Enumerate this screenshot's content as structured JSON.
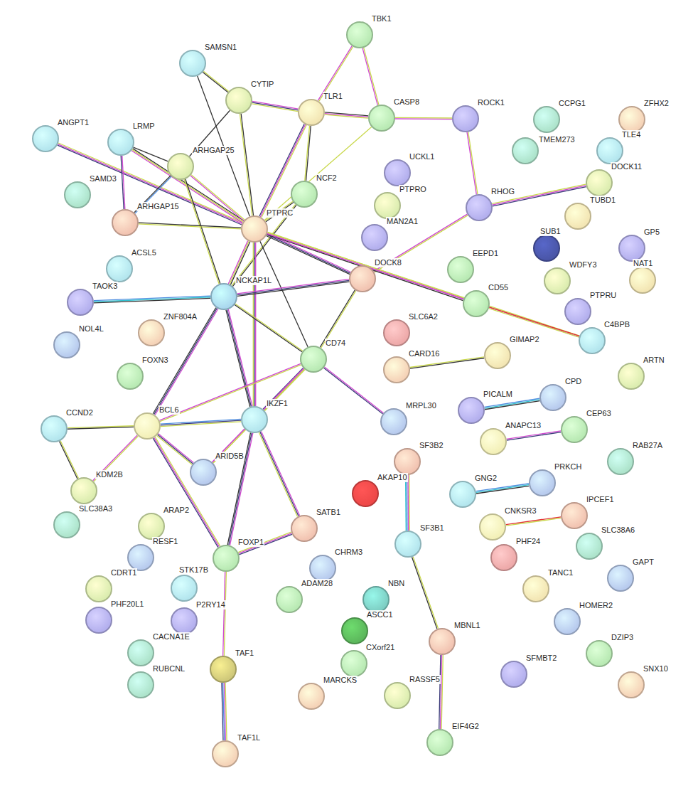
{
  "diagram": {
    "nodes": [
      {
        "text": [
          "TBK1"
        ]
      },
      {
        "text": [
          "SAMSN1"
        ]
      },
      {
        "text": [
          "CYTIP"
        ]
      },
      {
        "text": [
          "TLR1"
        ]
      },
      {
        "text": [
          "CASP8"
        ]
      },
      {
        "text": [
          "ROCK1"
        ]
      },
      {
        "text": [
          "CCPG1"
        ]
      },
      {
        "text": [
          "ZFHX2"
        ]
      },
      {
        "text": [
          "ANGPT1"
        ]
      },
      {
        "text": [
          "LRMP"
        ]
      },
      {
        "text": [
          "TMEM273"
        ]
      },
      {
        "text": [
          "TLE4"
        ]
      },
      {
        "text": [
          "ARHGAP25"
        ]
      },
      {
        "text": [
          "UCKL1"
        ]
      },
      {
        "text": [
          "DOCK11"
        ]
      },
      {
        "text": [
          "SAMD3"
        ]
      },
      {
        "text": [
          "NCF2"
        ]
      },
      {
        "text": [
          "PTPRO"
        ]
      },
      {
        "text": [
          "RHOG"
        ]
      },
      {
        "text": [
          "TUBD1"
        ]
      },
      {
        "text": [
          "ARHGAP15"
        ]
      },
      {
        "text": [
          "PTPRC"
        ]
      },
      {
        "text": [
          "MAN2A1"
        ]
      },
      {
        "text": [
          "SUB1"
        ]
      },
      {
        "text": [
          "GP5"
        ]
      },
      {
        "text": [
          "ACSL5"
        ]
      },
      {
        "text": [
          "EEPD1"
        ]
      },
      {
        "text": [
          "WDFY3"
        ]
      },
      {
        "text": [
          "NAT1"
        ]
      },
      {
        "text": [
          "DOCK8"
        ]
      },
      {
        "text": [
          "TAOK3"
        ]
      },
      {
        "text": [
          "NCKAP1L"
        ]
      },
      {
        "text": [
          "CD55"
        ]
      },
      {
        "text": [
          "PTPRU"
        ]
      },
      {
        "text": [
          "ZNF804A"
        ]
      },
      {
        "text": [
          "SLC6A2"
        ]
      },
      {
        "text": [
          "C4BPB"
        ]
      },
      {
        "text": [
          "NOL4L"
        ]
      },
      {
        "text": [
          "CD74"
        ]
      },
      {
        "text": [
          "GIMAP2"
        ]
      },
      {
        "text": [
          "CARD16"
        ]
      },
      {
        "text": [
          "FOXN3"
        ]
      },
      {
        "text": [
          "ARTN"
        ]
      },
      {
        "text": [
          "CPD"
        ]
      },
      {
        "text": [
          "PICALM"
        ]
      },
      {
        "text": [
          "CCND2"
        ]
      },
      {
        "text": [
          "BCL6"
        ]
      },
      {
        "text": [
          "IKZF1"
        ]
      },
      {
        "text": [
          "MRPL30"
        ]
      },
      {
        "text": [
          "CEP63"
        ]
      },
      {
        "text": [
          "ANAPC13"
        ]
      },
      {
        "text": [
          "SF3B2"
        ]
      },
      {
        "text": [
          "RAB27A"
        ]
      },
      {
        "text": [
          "ARID5B"
        ]
      },
      {
        "text": [
          "AKAP10"
        ]
      },
      {
        "text": [
          "GNG2"
        ]
      },
      {
        "text": [
          "PRKCH"
        ]
      },
      {
        "text": [
          "KDM2B"
        ]
      },
      {
        "text": [
          "SLC38A3"
        ]
      },
      {
        "text": [
          "ARAP2"
        ]
      },
      {
        "text": [
          "SATB1"
        ]
      },
      {
        "text": [
          "CNKSR3"
        ]
      },
      {
        "text": [
          "IPCEF1"
        ]
      },
      {
        "text": [
          "SF3B1"
        ]
      },
      {
        "text": [
          "SLC38A6"
        ]
      },
      {
        "text": [
          "RESF1"
        ]
      },
      {
        "text": [
          "FOXP1"
        ]
      },
      {
        "text": [
          "PHF24"
        ]
      },
      {
        "text": [
          "CHRM3"
        ]
      },
      {
        "text": [
          "STK17B"
        ]
      },
      {
        "text": [
          "GAPT"
        ]
      },
      {
        "text": [
          "CDRT1"
        ]
      },
      {
        "text": [
          "TANC1"
        ]
      },
      {
        "text": [
          "NBN"
        ]
      },
      {
        "text": [
          "ADAM28"
        ]
      },
      {
        "text": [
          "HOMER2"
        ]
      },
      {
        "text": [
          "PHF20L1"
        ]
      },
      {
        "text": [
          "P2RY14"
        ]
      },
      {
        "text": [
          "ASCC1"
        ]
      },
      {
        "text": [
          "MBNL1"
        ]
      },
      {
        "text": [
          "DZIP3"
        ]
      },
      {
        "text": [
          "CXorf21"
        ]
      },
      {
        "text": [
          "CACNA1E"
        ]
      },
      {
        "text": [
          "TAF1"
        ]
      },
      {
        "text": [
          "SFMBT2"
        ]
      },
      {
        "text": [
          "SNX10"
        ]
      },
      {
        "text": [
          "RUBCNL"
        ]
      },
      {
        "text": [
          "MARCKS"
        ]
      },
      {
        "text": [
          "RASSF5"
        ]
      },
      {
        "text": [
          "TAF1L"
        ]
      },
      {
        "text": [
          "EIF4G2"
        ]
      }
    ],
    "edges": [
      {
        "from": 0,
        "to": 3,
        "arrow": "none"
      },
      {
        "from": 0,
        "to": 4,
        "arrow": "none"
      },
      {
        "from": 1,
        "to": 2,
        "arrow": "none"
      },
      {
        "from": 1,
        "to": 21,
        "arrow": "none"
      },
      {
        "from": 2,
        "to": 3,
        "arrow": "none"
      },
      {
        "from": 2,
        "to": 21,
        "arrow": "none"
      },
      {
        "from": 2,
        "to": 12,
        "arrow": "none"
      },
      {
        "from": 3,
        "to": 4,
        "arrow": "none"
      },
      {
        "from": 3,
        "to": 16,
        "arrow": "none"
      },
      {
        "from": 3,
        "to": 21,
        "arrow": "none"
      },
      {
        "from": 4,
        "to": 5,
        "arrow": "none"
      },
      {
        "from": 4,
        "to": 21,
        "arrow": "none"
      },
      {
        "from": 5,
        "to": 18,
        "arrow": "none"
      },
      {
        "from": 18,
        "to": 14,
        "arrow": "none"
      },
      {
        "from": 18,
        "to": 29,
        "arrow": "none"
      },
      {
        "from": 8,
        "to": 21,
        "arrow": "none"
      },
      {
        "from": 9,
        "to": 12,
        "arrow": "none"
      },
      {
        "from": 9,
        "to": 21,
        "arrow": "none"
      },
      {
        "from": 9,
        "to": 20,
        "arrow": "none"
      },
      {
        "from": 12,
        "to": 21,
        "arrow": "none"
      },
      {
        "from": 12,
        "to": 20,
        "arrow": "none"
      },
      {
        "from": 12,
        "to": 31,
        "arrow": "none"
      },
      {
        "from": 16,
        "to": 21,
        "arrow": "none"
      },
      {
        "from": 16,
        "to": 31,
        "arrow": "none"
      },
      {
        "from": 20,
        "to": 21,
        "arrow": "none"
      },
      {
        "from": 21,
        "to": 31,
        "arrow": "none"
      },
      {
        "from": 21,
        "to": 29,
        "arrow": "none"
      },
      {
        "from": 21,
        "to": 32,
        "arrow": "none"
      },
      {
        "from": 21,
        "to": 36,
        "arrow": "none"
      },
      {
        "from": 32,
        "to": 36,
        "arrow": "none"
      },
      {
        "from": 21,
        "to": 38,
        "arrow": "none"
      },
      {
        "from": 21,
        "to": 47,
        "arrow": "none"
      },
      {
        "from": 31,
        "to": 46,
        "arrow": "none"
      },
      {
        "from": 30,
        "to": 31,
        "arrow": "none"
      },
      {
        "from": 31,
        "to": 29,
        "arrow": "none"
      },
      {
        "from": 31,
        "to": 47,
        "arrow": "none"
      },
      {
        "from": 31,
        "to": 38,
        "arrow": "none"
      },
      {
        "from": 29,
        "to": 38,
        "arrow": "none"
      },
      {
        "from": 38,
        "to": 47,
        "arrow": "none"
      },
      {
        "from": 38,
        "to": 46,
        "arrow": "none"
      },
      {
        "from": 38,
        "to": 48,
        "arrow": "none"
      },
      {
        "from": 38,
        "to": 53,
        "arrow": "none"
      },
      {
        "from": 40,
        "to": 39,
        "arrow": "none"
      },
      {
        "from": 44,
        "to": 43,
        "arrow": "none"
      },
      {
        "from": 50,
        "to": 49,
        "arrow": "none"
      },
      {
        "from": 45,
        "to": 46,
        "arrow": "none"
      },
      {
        "from": 45,
        "to": 57,
        "arrow": "none"
      },
      {
        "from": 46,
        "to": 57,
        "arrow": "none"
      },
      {
        "from": 46,
        "to": 47,
        "arrow": "none"
      },
      {
        "from": 46,
        "to": 53,
        "arrow": "none"
      },
      {
        "from": 46,
        "to": 66,
        "arrow": "none"
      },
      {
        "from": 47,
        "to": 53,
        "arrow": "none"
      },
      {
        "from": 47,
        "to": 66,
        "arrow": "none"
      },
      {
        "from": 47,
        "to": 60,
        "arrow": "none"
      },
      {
        "from": 66,
        "to": 60,
        "arrow": "none"
      },
      {
        "from": 66,
        "to": 83,
        "arrow": "none"
      },
      {
        "from": 83,
        "to": 89,
        "arrow": "none"
      },
      {
        "from": 51,
        "to": 63,
        "arrow": "none"
      },
      {
        "from": 63,
        "to": 79,
        "arrow": "none"
      },
      {
        "from": 79,
        "to": 90,
        "arrow": "none"
      },
      {
        "from": 55,
        "to": 56,
        "arrow": "none"
      },
      {
        "from": 61,
        "to": 62,
        "arrow": "none"
      }
    ]
  }
}
